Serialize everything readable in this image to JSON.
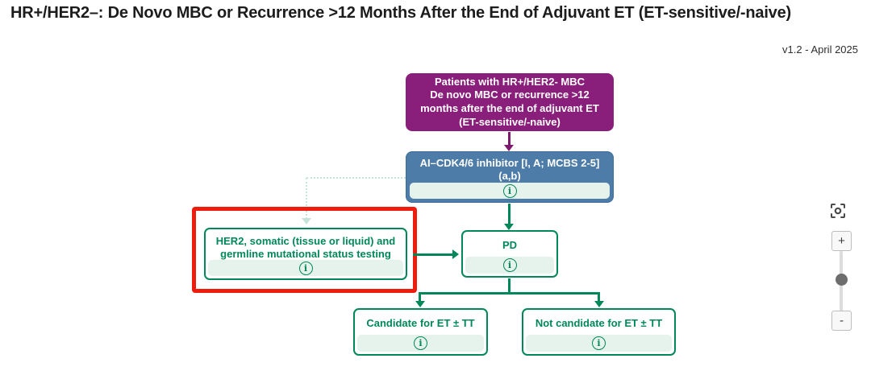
{
  "page": {
    "title": "HR+/HER2–: De Novo MBC or Recurrence >12 Months After the End of Adjuvant ET (ET-sensitive/-naive)",
    "version": "v1.2 - April 2025"
  },
  "flow": {
    "patients": {
      "line1": "Patients with HR+/HER2- MBC",
      "line2": "De novo MBC or recurrence >12 months after the end of adjuvant ET (ET-sensitive/-naive)"
    },
    "treatment": {
      "line1": "AI–CDK4/6 inhibitor [I, A; MCBS 2-5]",
      "line2": "(a,b)"
    },
    "testing": {
      "label": "HER2, somatic (tissue or liquid) and germline mutational status testing",
      "highlighted": true
    },
    "pd": {
      "label": "PD"
    },
    "candidate": {
      "label": "Candidate for ET ± TT"
    },
    "not_candidate": {
      "label": "Not candidate for ET ± TT"
    },
    "info_glyph": "i"
  },
  "colors": {
    "purple_node": "#8a1e7b",
    "blue_node": "#4e7ca8",
    "green_accent": "#00875a",
    "footer_mint": "#e6f2ec",
    "dotted_connector": "#c8e4da",
    "highlight_red": "#ee1c0c"
  },
  "zoom_controls": {
    "zoom_in_label": "+",
    "zoom_out_label": "-"
  }
}
